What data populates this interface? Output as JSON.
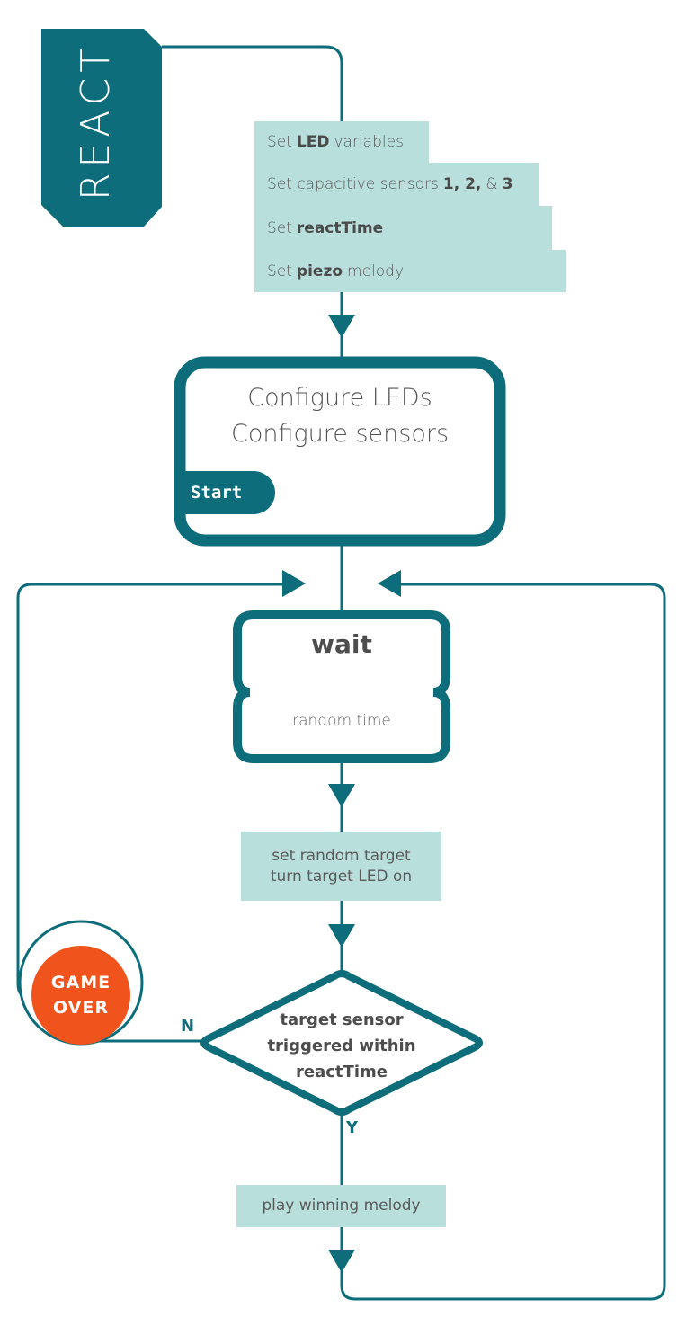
{
  "title": "REACT",
  "setup": [
    {
      "pre": "Set",
      "bold": "LED",
      "post": "variables"
    },
    {
      "pre": "Set capacitive sensors",
      "bold": "1, 2,",
      "post": "&",
      "bold2": "3"
    },
    {
      "pre": "Set",
      "bold": "reactTime",
      "post": ""
    },
    {
      "pre": "Set",
      "bold": "piezo",
      "post": "melody"
    }
  ],
  "config": {
    "line1": "Configure LEDs",
    "line2": "Configure sensors",
    "start": "Start"
  },
  "wait": {
    "title": "wait",
    "sub": "random time"
  },
  "target": {
    "line1": "set random target",
    "line2": "turn target LED on"
  },
  "decision": {
    "line1": "target sensor",
    "line2": "triggered within",
    "line3": "reactTime"
  },
  "gameover": {
    "line1": "GAME",
    "line2": "OVER"
  },
  "labels": {
    "no": "N",
    "yes": "Y"
  },
  "melody": "play winning melody",
  "colors": {
    "teal": "#0e6d7a",
    "light_teal": "#b9dfdd",
    "orange": "#f0531c"
  }
}
